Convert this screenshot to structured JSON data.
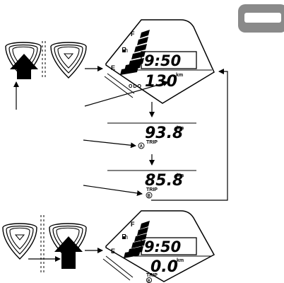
{
  "top_display": {
    "fuel_full": "F",
    "fuel_empty": "E",
    "clock": "9:50",
    "odometer": "130",
    "odometer_unit": "km",
    "odo_label": "ODO"
  },
  "trip_a": {
    "value": "93.8",
    "unit": "km",
    "label": "TRIP",
    "badge": "A"
  },
  "trip_b": {
    "value": "85.8",
    "unit": "km",
    "label": "TRIP",
    "badge": "B"
  },
  "bottom_display": {
    "fuel_full": "F",
    "fuel_empty": "E",
    "clock": "9:50",
    "trip_value": "0.0",
    "trip_unit": "km",
    "trip_label": "TRIP",
    "badge": "B"
  },
  "colors": {
    "ink": "#000000",
    "tab": "#8a8a8a"
  }
}
